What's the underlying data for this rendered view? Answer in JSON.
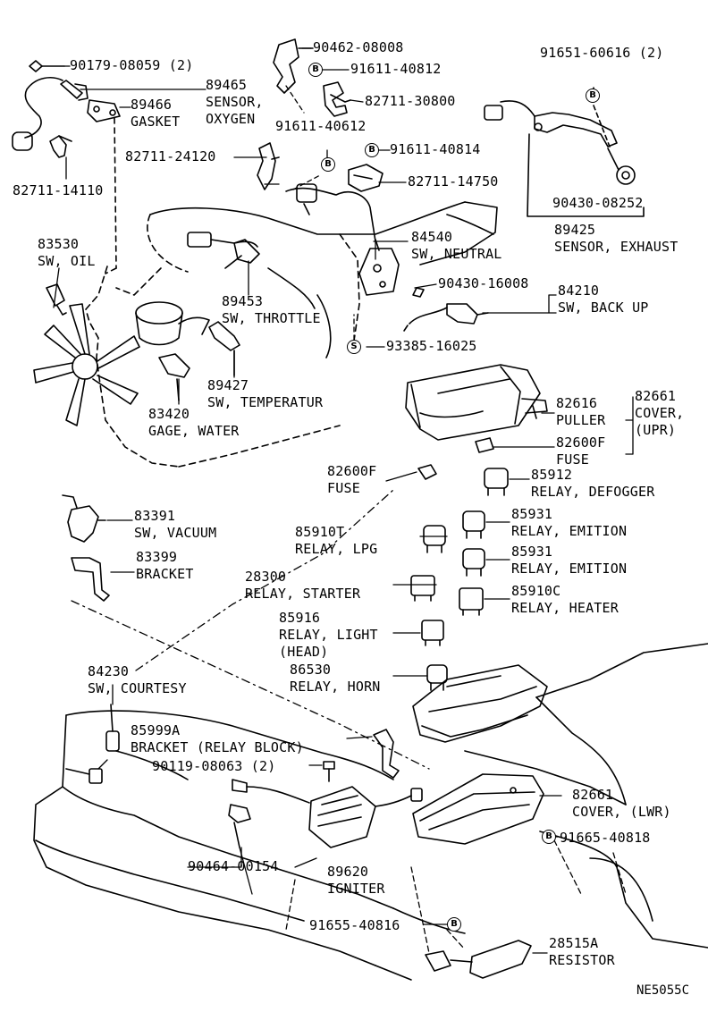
{
  "diagram_code": "NE5055C",
  "symbols": {
    "b": "B",
    "s": "S"
  },
  "callouts": {
    "p90179": "90179-08059 (2)",
    "p89465": [
      "89465",
      "SENSOR,",
      "OXYGEN"
    ],
    "p89466": [
      "89466",
      "GASKET"
    ],
    "p82711_14110": "82711-14110",
    "p90462": "90462-08008",
    "p91611_40812": "91611-40812",
    "p82711_30800": "82711-30800",
    "p91611_40612": "91611-40612",
    "p82711_24120": "82711-24120",
    "p91611_40814": "91611-40814",
    "p82711_14750": "82711-14750",
    "p91651": "91651-60616 (2)",
    "p90430_08252": "90430-08252",
    "p89425": [
      "89425",
      "SENSOR, EXHAUST"
    ],
    "p83530": [
      "83530",
      "SW, OIL"
    ],
    "p84540": [
      "84540",
      "SW, NEUTRAL"
    ],
    "p90430_16008": "90430-16008",
    "p84210": [
      "84210",
      "SW, BACK UP"
    ],
    "p89453": [
      "89453",
      "SW, THROTTLE"
    ],
    "p93385": "93385-16025",
    "p89427": [
      "89427",
      "SW, TEMPERATUR"
    ],
    "p83420": [
      "83420",
      "GAGE, WATER"
    ],
    "p82616": [
      "82616",
      "PULLER"
    ],
    "p82661_upr": [
      "82661",
      "COVER,",
      "(UPR)"
    ],
    "p82600f_a": [
      "82600F",
      "FUSE"
    ],
    "p82600f_b": [
      "82600F",
      "FUSE"
    ],
    "p85912": [
      "85912",
      "RELAY, DEFOGGER"
    ],
    "p83391": [
      "83391",
      "SW, VACUUM"
    ],
    "p85910t": [
      "85910T",
      "RELAY, LPG"
    ],
    "p85931_a": [
      "85931",
      "RELAY, EMITION"
    ],
    "p83399": [
      "83399",
      "BRACKET"
    ],
    "p85931_b": [
      "85931",
      "RELAY, EMITION"
    ],
    "p28300": [
      "28300",
      "RELAY, STARTER"
    ],
    "p85910c": [
      "85910C",
      "RELAY, HEATER"
    ],
    "p85916": [
      "85916",
      "RELAY, LIGHT",
      "(HEAD)"
    ],
    "p86530": [
      "86530",
      "RELAY, HORN"
    ],
    "p84230": [
      "84230",
      "SW, COURTESY"
    ],
    "p85999a": [
      "85999A",
      "BRACKET (RELAY BLOCK)"
    ],
    "p90119": "90119-08063 (2)",
    "p82661_lwr": [
      "82661",
      "COVER, (LWR)"
    ],
    "p91665": "91665-40818",
    "p90464": "90464-00154",
    "p89620": [
      "89620",
      "IGNITER"
    ],
    "p91655": "91655-40816",
    "p28515a": [
      "28515A",
      "RESISTOR"
    ]
  }
}
